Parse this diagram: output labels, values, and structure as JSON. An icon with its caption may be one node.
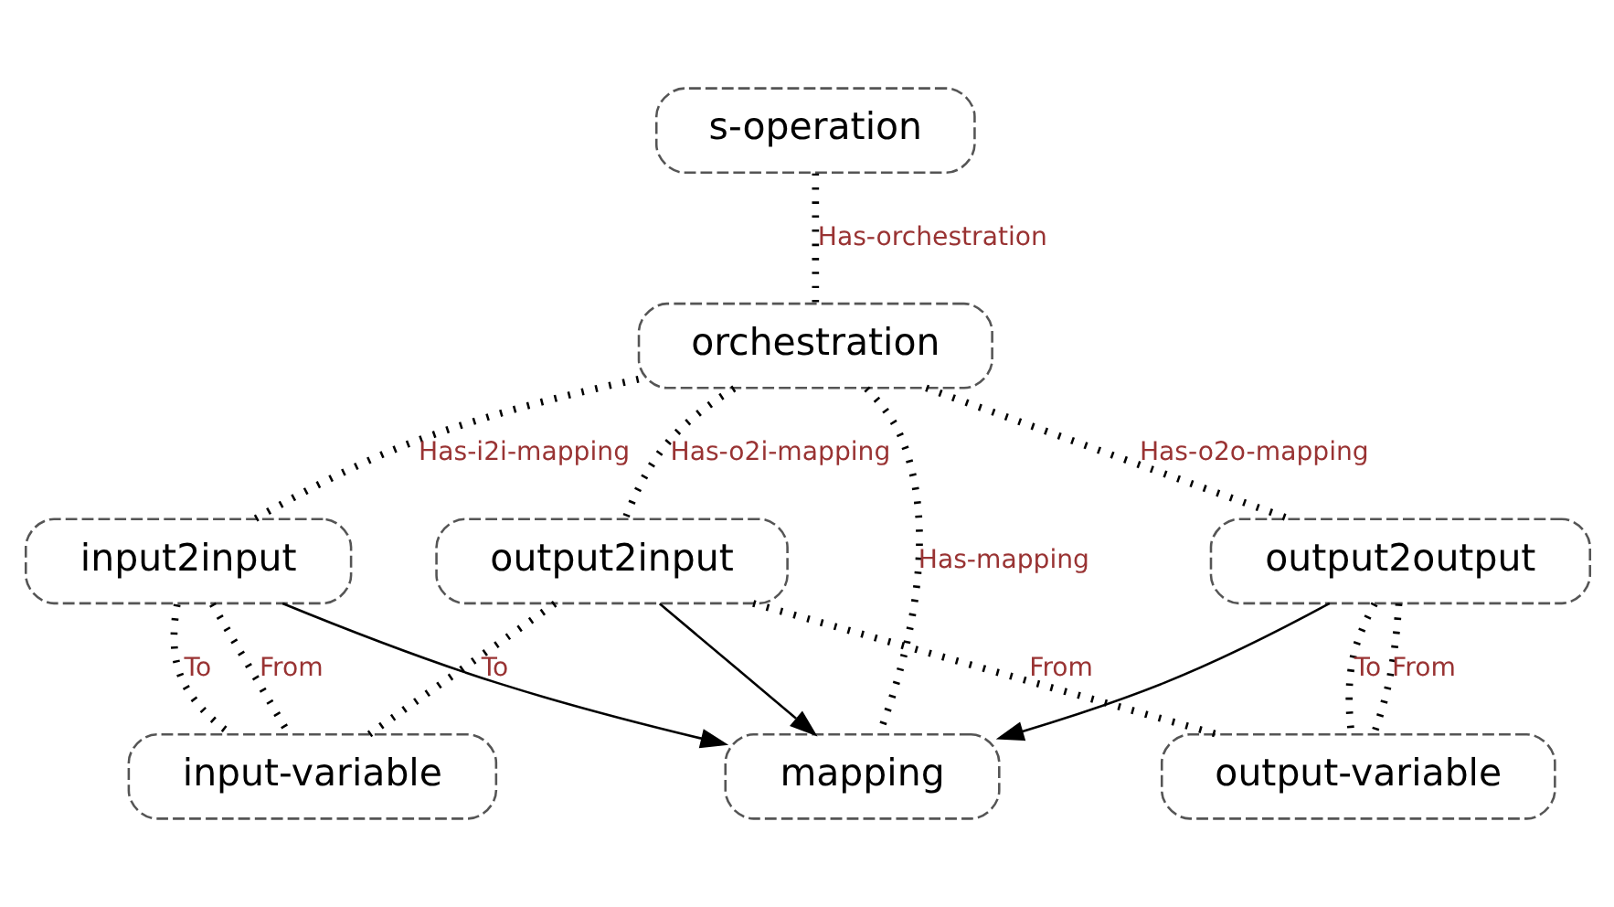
{
  "diagram": {
    "nodes": [
      {
        "text": [
          "s-operation"
        ]
      },
      {
        "text": [
          "orchestration"
        ]
      },
      {
        "text": [
          "mapping"
        ]
      },
      {
        "text": [
          "input2input"
        ]
      },
      {
        "text": [
          "output2input"
        ]
      },
      {
        "text": [
          "output2output"
        ]
      },
      {
        "text": [
          "input-variable"
        ]
      },
      {
        "text": [
          "output-variable"
        ]
      }
    ],
    "edges": [
      {
        "from": 0,
        "to": 1,
        "arrow": "none",
        "label": "Has-orchestration",
        "style": "dashed"
      },
      {
        "from": 1,
        "to": 3,
        "arrow": "none",
        "label": "Has-i2i-mapping",
        "style": "dashed"
      },
      {
        "from": 1,
        "to": 2,
        "arrow": "none",
        "label": "Has-mapping",
        "style": "dashed"
      },
      {
        "from": 1,
        "to": 4,
        "arrow": "none",
        "label": "Has-o2i-mapping",
        "style": "dashed"
      },
      {
        "from": 1,
        "to": 5,
        "arrow": "none",
        "label": "Has-o2o-mapping",
        "style": "dashed"
      },
      {
        "from": 3,
        "to": 2,
        "arrow": "to"
      },
      {
        "from": 4,
        "to": 2,
        "arrow": "to"
      },
      {
        "from": 5,
        "to": 2,
        "arrow": "to"
      },
      {
        "from": 3,
        "to": 6,
        "arrow": "none",
        "label": "To",
        "style": "dashed"
      },
      {
        "from": 3,
        "to": 6,
        "arrow": "none",
        "label": "From",
        "style": "dashed"
      },
      {
        "from": 4,
        "to": 6,
        "arrow": "none",
        "label": "To",
        "style": "dashed"
      },
      {
        "from": 4,
        "to": 7,
        "arrow": "none",
        "label": "From",
        "style": "dashed"
      },
      {
        "from": 5,
        "to": 7,
        "arrow": "none",
        "label": "To",
        "style": "dashed"
      },
      {
        "from": 5,
        "to": 7,
        "arrow": "none",
        "label": "From",
        "style": "dashed"
      }
    ]
  }
}
